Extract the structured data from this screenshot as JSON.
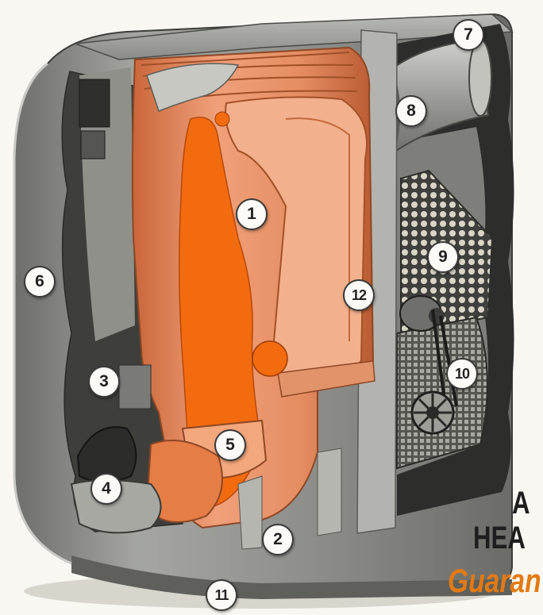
{
  "illustration": {
    "colors": {
      "cabinet": "#9a9b96",
      "cabinet_dark": "#4a4b48",
      "heat_exchanger": "#e98a55",
      "combustion_chamber": "#f26b0f",
      "caption_dark": "#1e1e1e",
      "caption_orange": "#e37a12"
    },
    "callouts": [
      {
        "number": "1"
      },
      {
        "number": "2"
      },
      {
        "number": "3"
      },
      {
        "number": "4"
      },
      {
        "number": "5"
      },
      {
        "number": "6"
      },
      {
        "number": "7"
      },
      {
        "number": "8"
      },
      {
        "number": "9"
      },
      {
        "number": "10"
      },
      {
        "number": "11"
      },
      {
        "number": "12"
      }
    ]
  },
  "caption": {
    "line1": "A",
    "line2": "HEA",
    "line3": "Guaran"
  }
}
